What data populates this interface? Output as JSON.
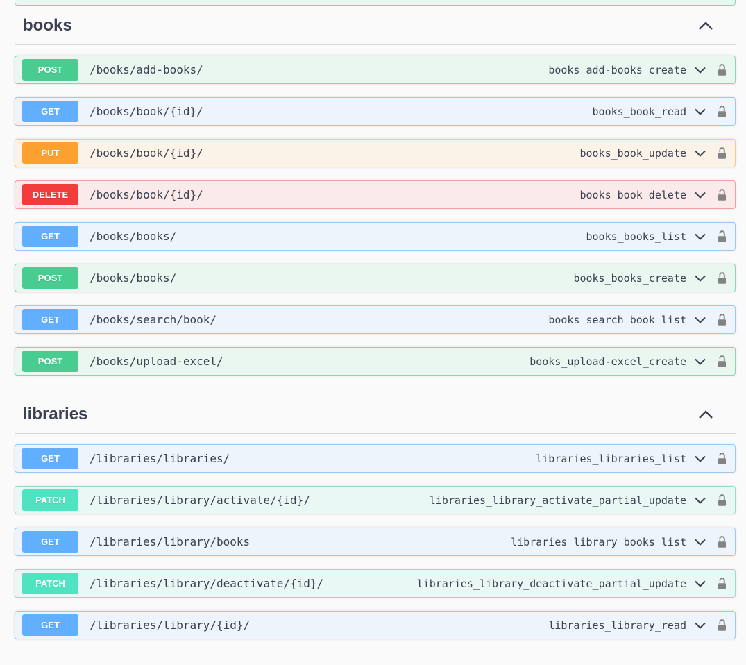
{
  "page": {
    "background_color": "#fafafa",
    "text_color": "#3b4151"
  },
  "top_partial_row": {
    "method": "post",
    "note": "bottom edge of previous endpoint row cut off at top of viewport"
  },
  "method_styles": {
    "get": {
      "badge": "#61affe",
      "bg": "#eef4fb",
      "border": "#9cc9f2"
    },
    "post": {
      "badge": "#49cc90",
      "bg": "#e9f7f0",
      "border": "#8fd2b2"
    },
    "put": {
      "badge": "#fca130",
      "bg": "#fbf3e8",
      "border": "#f2ca96"
    },
    "delete": {
      "badge": "#f23c3c",
      "bg": "#faeaea",
      "border": "#eda2a2"
    },
    "patch": {
      "badge": "#50e3c2",
      "bg": "#e9f8f4",
      "border": "#96ddcb"
    }
  },
  "icons": {
    "section_collapse": "chevron-up",
    "row_expand": "chevron-down",
    "auth": "unlocked-padlock",
    "lock_color": "#838383",
    "chevron_color": "#3b4151"
  },
  "sections": [
    {
      "title": "books",
      "expanded": true,
      "operations": [
        {
          "method": "POST",
          "path": "/books/add-books/",
          "operation_id": "books_add-books_create"
        },
        {
          "method": "GET",
          "path": "/books/book/{id}/",
          "operation_id": "books_book_read"
        },
        {
          "method": "PUT",
          "path": "/books/book/{id}/",
          "operation_id": "books_book_update"
        },
        {
          "method": "DELETE",
          "path": "/books/book/{id}/",
          "operation_id": "books_book_delete"
        },
        {
          "method": "GET",
          "path": "/books/books/",
          "operation_id": "books_books_list"
        },
        {
          "method": "POST",
          "path": "/books/books/",
          "operation_id": "books_books_create"
        },
        {
          "method": "GET",
          "path": "/books/search/book/",
          "operation_id": "books_search_book_list"
        },
        {
          "method": "POST",
          "path": "/books/upload-excel/",
          "operation_id": "books_upload-excel_create"
        }
      ]
    },
    {
      "title": "libraries",
      "expanded": true,
      "operations": [
        {
          "method": "GET",
          "path": "/libraries/libraries/",
          "operation_id": "libraries_libraries_list"
        },
        {
          "method": "PATCH",
          "path": "/libraries/library/activate/{id}/",
          "operation_id": "libraries_library_activate_partial_update"
        },
        {
          "method": "GET",
          "path": "/libraries/library/books",
          "operation_id": "libraries_library_books_list"
        },
        {
          "method": "PATCH",
          "path": "/libraries/library/deactivate/{id}/",
          "operation_id": "libraries_library_deactivate_partial_update"
        },
        {
          "method": "GET",
          "path": "/libraries/library/{id}/",
          "operation_id": "libraries_library_read"
        }
      ]
    }
  ]
}
